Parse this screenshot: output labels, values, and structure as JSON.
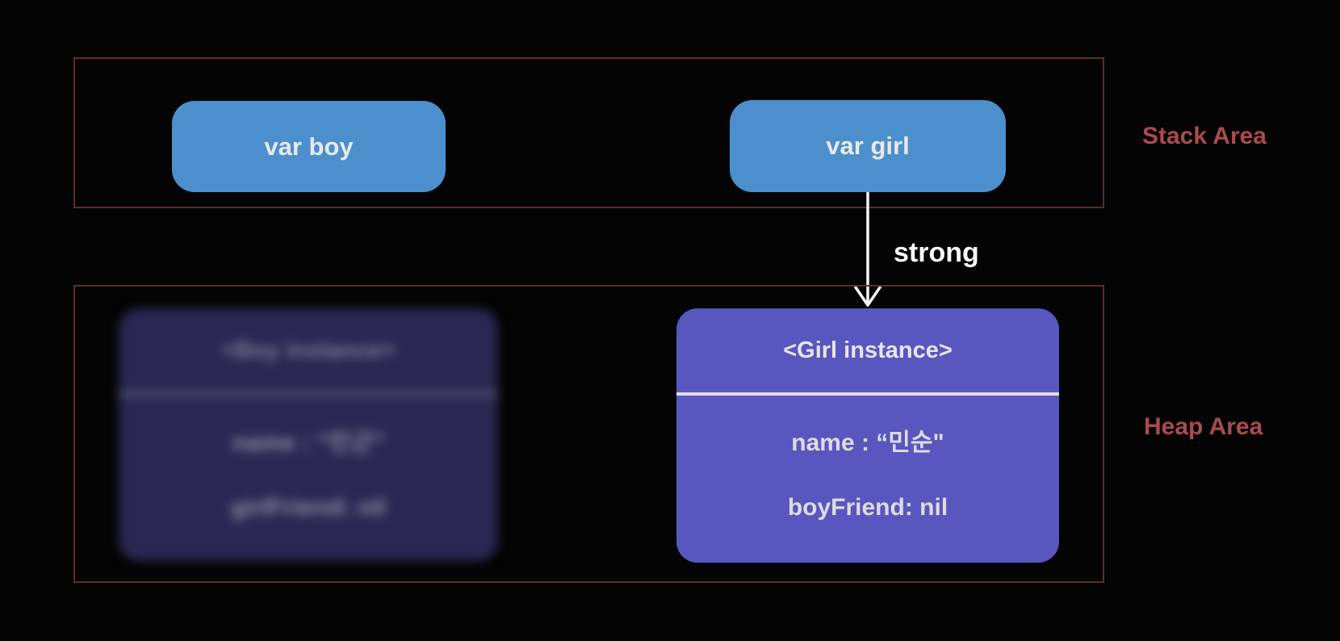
{
  "palette": {
    "background": "#040404",
    "area_border": "#5e2c2c",
    "area_label_text": "#ab4b4d",
    "stack_var_fill": "#4b90cd",
    "stack_var_text": "#e9e9e9",
    "girl_card_fill": "#5956bf",
    "girl_card_text": "#dcdce0",
    "girl_card_separator": "#e2e0dc",
    "boy_card_fill": "#2a2752",
    "boy_card_text": "#8d8ba2",
    "arrow_color": "#f5f5f5"
  },
  "stack_area": {
    "label": "Stack Area",
    "variables": [
      {
        "label": "var boy"
      },
      {
        "label": "var girl"
      }
    ]
  },
  "heap_area": {
    "label": "Heap Area",
    "instances": [
      {
        "title": "<Boy instance>",
        "fields": [
          "name : “민군\"",
          "girlFriend: nil"
        ],
        "blurred": true
      },
      {
        "title": "<Girl instance>",
        "fields": [
          "name : “민순\"",
          "boyFriend: nil"
        ],
        "blurred": false
      }
    ]
  },
  "reference": {
    "label": "strong",
    "from": "var girl",
    "to": "<Girl instance>"
  }
}
